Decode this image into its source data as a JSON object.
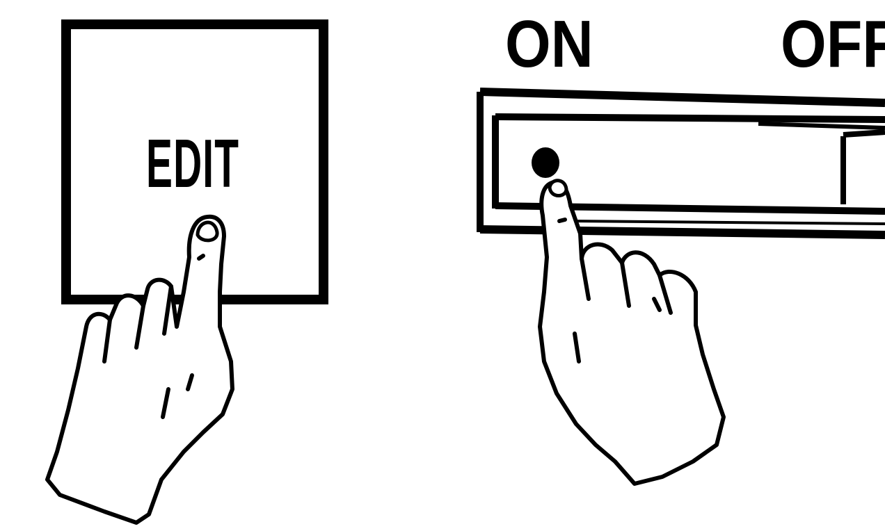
{
  "edit_button": {
    "label": "EDIT"
  },
  "switch": {
    "on_label": "ON",
    "off_label": "OFF"
  },
  "colors": {
    "ink": "#000000",
    "paper": "#ffffff"
  },
  "icons": {
    "left": "hand-pressing-icon",
    "right": "hand-sliding-icon"
  }
}
